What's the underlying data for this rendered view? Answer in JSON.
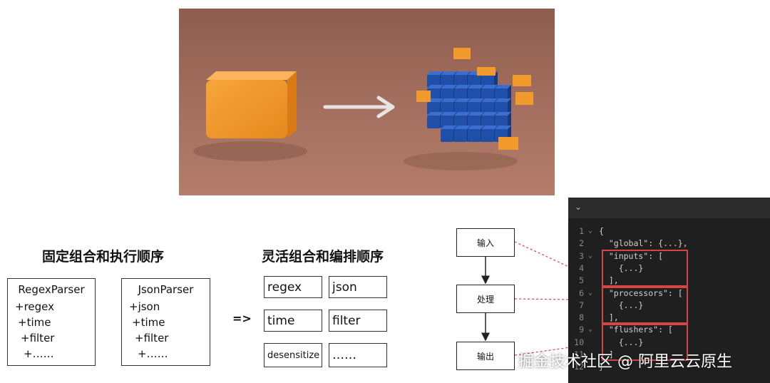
{
  "left": {
    "title": "固定组合和执行顺序",
    "regex_parser": {
      "title": "RegexParser",
      "lines": [
        "+regex",
        "+time",
        "+filter",
        "+……"
      ]
    },
    "json_parser": {
      "title": "JsonParser",
      "lines": [
        "+json",
        "+time",
        "+filter",
        "+……"
      ]
    }
  },
  "arrow": "=>",
  "middle": {
    "title": "灵活组合和编排顺序",
    "plugins": [
      "regex",
      "json",
      "time",
      "filter",
      "desensitize",
      "……"
    ]
  },
  "flow": {
    "input": "输入",
    "process": "处理",
    "output": "输出"
  },
  "code": {
    "line_numbers": [
      "1",
      "2",
      "3",
      "4",
      "5",
      "6",
      "7",
      "8",
      "9",
      "10",
      "11",
      "12"
    ],
    "lines": [
      "{",
      "  \"global\": {...},",
      "  \"inputs\": [",
      "    {...}",
      "  ],",
      "  \"processors\": [",
      "    {...}",
      "  ],",
      "  \"flushers\": [",
      "    {...}",
      "  ]",
      "}"
    ]
  },
  "watermark": "掘金技术社区 @ 阿里云云原生",
  "colors": {
    "highlight": "#d64545",
    "code_bg": "#1f1f1f",
    "orange": "#f39a2c",
    "blue": "#1f4fa8"
  }
}
